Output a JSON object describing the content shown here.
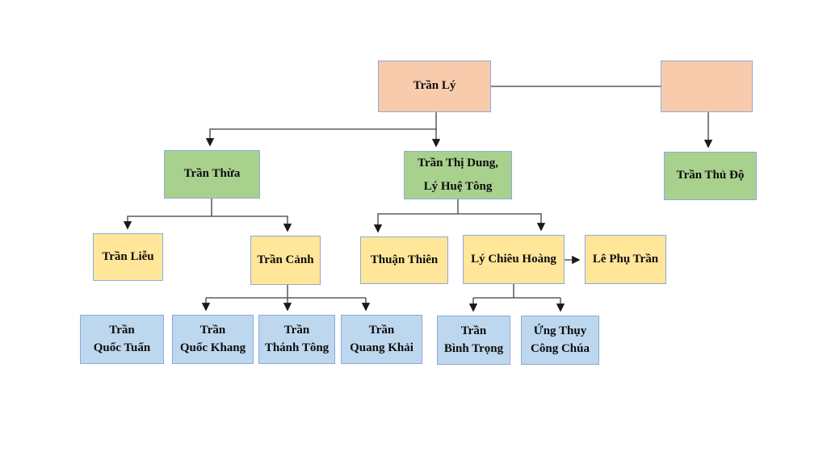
{
  "diagram": {
    "title": "Trần family tree",
    "colors": {
      "peach": "#F8CBAD",
      "green": "#A9D18E",
      "yellow": "#FFE699",
      "blue": "#BDD7EE",
      "border": "#8EA9DB",
      "line": "#3f3f3f",
      "arrowhead": "#1a1a1a",
      "text": "#0d0d0d",
      "background": "#ffffff"
    },
    "nodes": {
      "tran_ly": {
        "label": "Trần Lý"
      },
      "spouse": {
        "label": ""
      },
      "tran_thua": {
        "label": "Trần Thừa"
      },
      "tran_thi_dung": {
        "label": "Trần Thị Dung,\nLý Huệ Tông"
      },
      "tran_thu_do": {
        "label": "Trần Thủ Độ"
      },
      "tran_lieu": {
        "label": "Trần Liễu"
      },
      "tran_canh": {
        "label": "Trần Cảnh"
      },
      "thuan_thien": {
        "label": "Thuận Thiên"
      },
      "ly_chieu_hoang": {
        "label": "Lý Chiêu Hoàng"
      },
      "le_phu_tran": {
        "label": "Lê Phụ Trần"
      },
      "tran_quoc_tuan": {
        "label": "Trần\nQuốc Tuấn"
      },
      "tran_quoc_khang": {
        "label": "Trần\nQuốc Khang"
      },
      "tran_thanh_tong": {
        "label": "Trần\nThánh Tông"
      },
      "tran_quang_khai": {
        "label": "Trần\nQuang Khải"
      },
      "tran_binh_trong": {
        "label": "Trần\nBình Trọng"
      },
      "ung_thuy_cong_chua": {
        "label": "Ứng Thụy\nCông Chúa"
      }
    },
    "edges": [
      {
        "from": "Trần Lý",
        "to": "(spouse box)",
        "style": "plain-line"
      },
      {
        "from": "Trần Lý",
        "to": "Trần Thừa",
        "style": "arrow"
      },
      {
        "from": "Trần Lý",
        "to": "Trần Thị Dung, Lý Huệ Tông",
        "style": "arrow"
      },
      {
        "from": "(spouse box)",
        "to": "Trần Thủ Độ",
        "style": "arrow"
      },
      {
        "from": "Trần Thừa",
        "to": "Trần Liễu",
        "style": "arrow"
      },
      {
        "from": "Trần Thừa",
        "to": "Trần Cảnh",
        "style": "arrow"
      },
      {
        "from": "Trần Thị Dung, Lý Huệ Tông",
        "to": "Thuận Thiên",
        "style": "arrow"
      },
      {
        "from": "Trần Thị Dung, Lý Huệ Tông",
        "to": "Lý Chiêu Hoàng",
        "style": "arrow"
      },
      {
        "from": "Lý Chiêu Hoàng",
        "to": "Lê Phụ Trần",
        "style": "arrow"
      },
      {
        "from": "Trần Cảnh",
        "to": "Trần Quốc Khang",
        "style": "arrow"
      },
      {
        "from": "Trần Cảnh",
        "to": "Trần Thánh Tông",
        "style": "arrow"
      },
      {
        "from": "Trần Cảnh",
        "to": "Trần Quang Khải",
        "style": "arrow"
      },
      {
        "from": "Lý Chiêu Hoàng",
        "to": "Trần Bình Trọng",
        "style": "arrow"
      },
      {
        "from": "Lý Chiêu Hoàng",
        "to": "Ứng Thụy Công Chúa",
        "style": "arrow"
      },
      {
        "from": "Trần Liễu",
        "to": "Trần Quốc Tuấn",
        "style": "none-drawn"
      }
    ]
  }
}
